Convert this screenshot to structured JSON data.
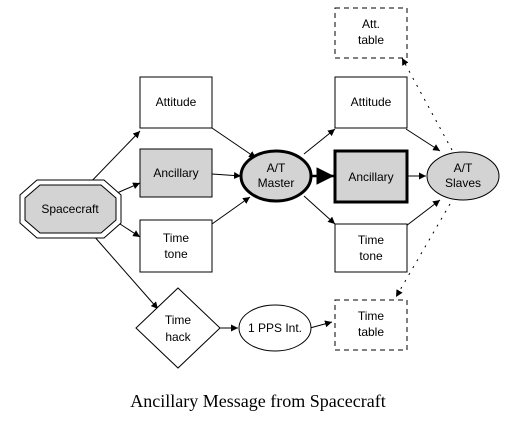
{
  "diagram": {
    "nodes": {
      "spacecraft": "Spacecraft",
      "attitude_in": "Attitude",
      "ancillary_in": "Ancillary",
      "time_tone_in": [
        "Time",
        "tone"
      ],
      "at_master": [
        "A/T",
        "Master"
      ],
      "attitude_out": "Attitude",
      "ancillary_out": "Ancillary",
      "time_tone_out": [
        "Time",
        "tone"
      ],
      "at_slaves": [
        "A/T",
        "Slaves"
      ],
      "att_table": [
        "Att.",
        "table"
      ],
      "time_hack": [
        "Time",
        "hack"
      ],
      "pps_int": "1 PPS Int.",
      "time_table": [
        "Time",
        "table"
      ]
    },
    "caption": "Ancillary Message from Spacecraft"
  },
  "colors": {
    "stroke": "#000000",
    "fill_gray": "#d3d3d3",
    "fill_white": "#ffffff"
  }
}
